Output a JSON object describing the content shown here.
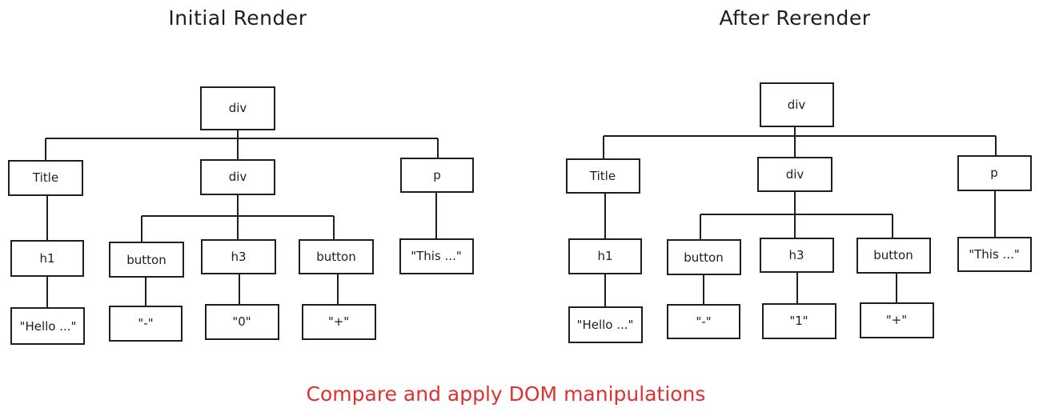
{
  "left": {
    "title": "Initial Render",
    "nodes": {
      "root": "div",
      "title": "Title",
      "div": "div",
      "p": "p",
      "h1": "h1",
      "btn_minus": "button",
      "h3": "h3",
      "btn_plus": "button",
      "p_text": "\"This ...\"",
      "h1_text": "\"Hello ...\"",
      "minus_text": "\"-\"",
      "h3_text": "\"0\"",
      "plus_text": "\"+\""
    }
  },
  "right": {
    "title": "After Rerender",
    "nodes": {
      "root": "div",
      "title": "Title",
      "div": "div",
      "p": "p",
      "h1": "h1",
      "btn_minus": "button",
      "h3": "h3",
      "btn_plus": "button",
      "p_text": "\"This ...\"",
      "h1_text": "\"Hello ...\"",
      "minus_text": "\"-\"",
      "h3_text": "\"1\"",
      "plus_text": "\"+\""
    }
  },
  "caption": "Compare and apply DOM manipulations"
}
